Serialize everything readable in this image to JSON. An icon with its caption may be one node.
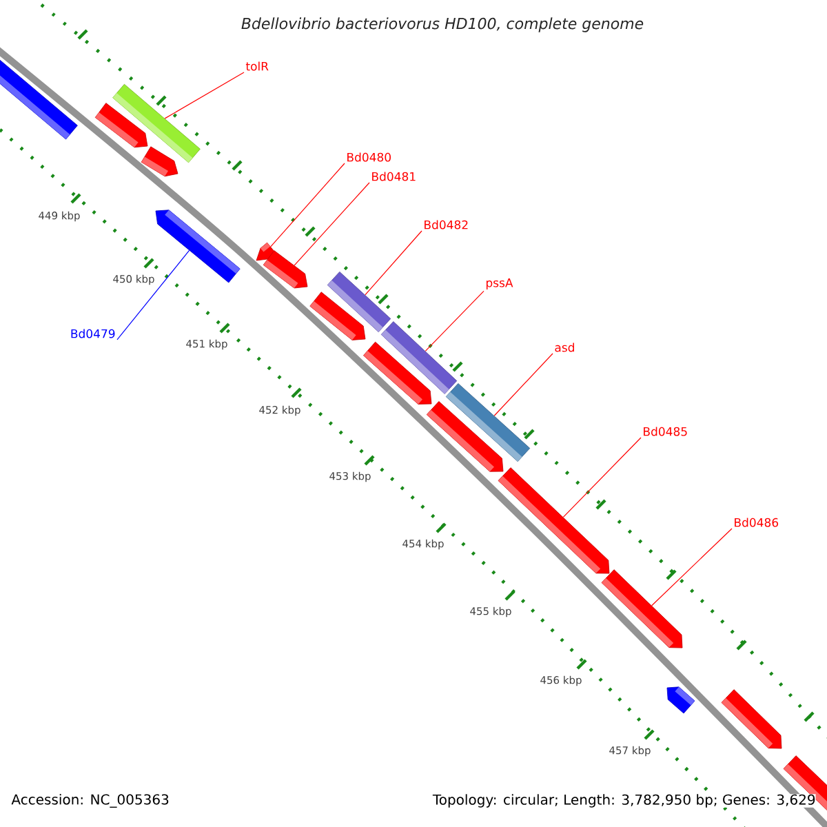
{
  "diagram": {
    "title": "Bdellovibrio bacteriovorus HD100, complete genome",
    "nodes": [
      {
        "text": [
          "tolR"
        ]
      },
      {
        "text": [
          "Bd0480"
        ]
      },
      {
        "text": [
          "Bd0481"
        ]
      },
      {
        "text": [
          "Bd0482"
        ]
      },
      {
        "text": [
          "pssA"
        ]
      },
      {
        "text": [
          "Bd0479"
        ]
      },
      {
        "text": [
          "asd"
        ]
      },
      {
        "text": [
          "Bd0485"
        ]
      },
      {
        "text": [
          "Bd0486"
        ]
      },
      {
        "text": [],
        "shape": "box"
      },
      {
        "text": [],
        "shape": "arrow"
      },
      {
        "text": [],
        "shape": "arrow"
      },
      {
        "text": [],
        "shape": "arrow"
      },
      {
        "text": [],
        "shape": "box"
      },
      {
        "text": [],
        "shape": "box"
      },
      {
        "text": [],
        "shape": "box"
      },
      {
        "text": [],
        "shape": "arrow"
      },
      {
        "text": [],
        "shape": "arrow"
      }
    ],
    "edges": [
      {
        "from": 0,
        "to": 9,
        "arrow": "none"
      },
      {
        "from": 1,
        "to": 11,
        "arrow": "none"
      },
      {
        "from": 2,
        "to": 12,
        "arrow": "none"
      },
      {
        "from": 3,
        "to": 13,
        "arrow": "none"
      },
      {
        "from": 4,
        "to": 14,
        "arrow": "none"
      },
      {
        "from": 5,
        "to": 10,
        "arrow": "none",
        "color": "#0000ff"
      },
      {
        "from": 6,
        "to": 15,
        "arrow": "none"
      },
      {
        "from": 7,
        "to": 16,
        "arrow": "none"
      },
      {
        "from": 8,
        "to": 17,
        "arrow": "none"
      }
    ],
    "labels": [
      "449 kbp",
      "450 kbp",
      "451 kbp",
      "452 kbp",
      "453 kbp",
      "454 kbp",
      "455 kbp",
      "456 kbp",
      "457 kbp",
      "Accession: NC_005363",
      "Topology: circular; Length: 3,782,950 bp; Genes: 3,629"
    ]
  }
}
